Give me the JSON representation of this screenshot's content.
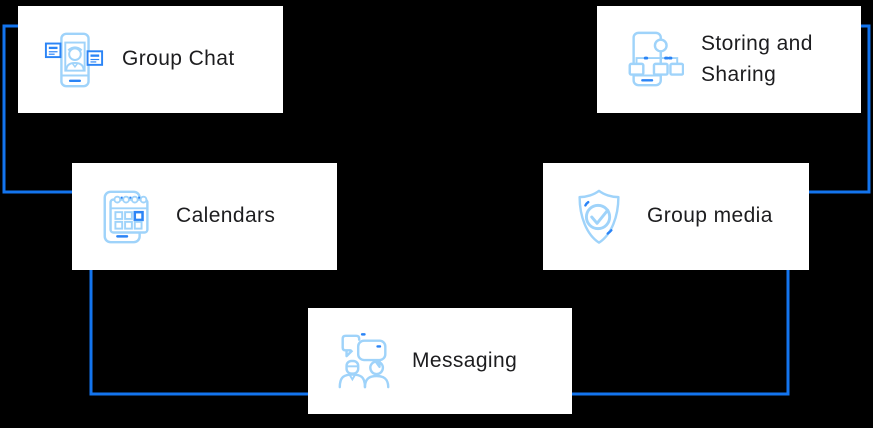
{
  "diagram": {
    "features": [
      {
        "label": "Group Chat",
        "icon": "group-chat-icon"
      },
      {
        "label": "Storing and Sharing",
        "icon": "storing-sharing-icon"
      },
      {
        "label": "Calendars",
        "icon": "calendars-icon"
      },
      {
        "label": "Group media",
        "icon": "shield-check-icon"
      },
      {
        "label": "Messaging",
        "icon": "messaging-icon"
      }
    ]
  },
  "colors": {
    "background": "#000000",
    "card-bg": "#ffffff",
    "text": "#1d1d1f",
    "connector": "#1374ee",
    "icon-light": "#9fd3fa",
    "icon-accent": "#2b84f6"
  }
}
